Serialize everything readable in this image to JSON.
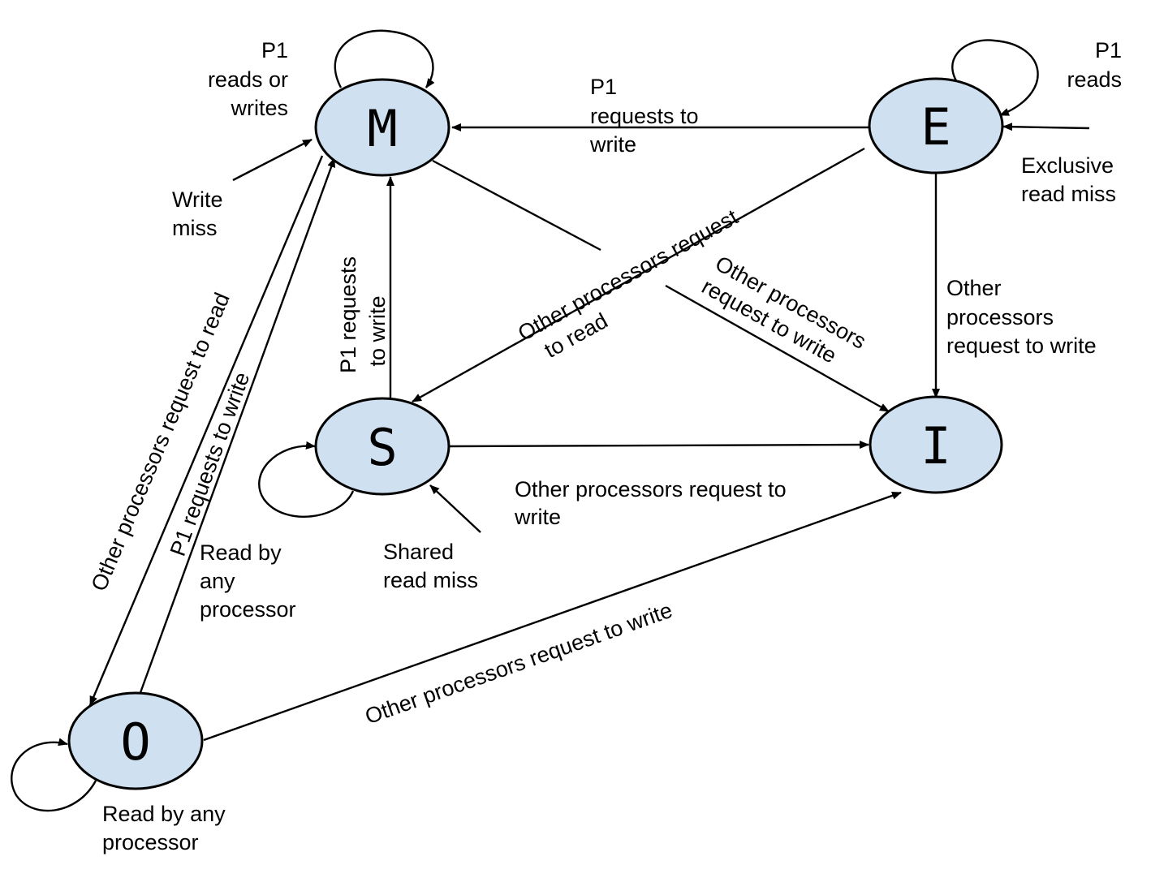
{
  "states": {
    "M": "M",
    "E": "E",
    "S": "S",
    "I": "I",
    "O": "O"
  },
  "labels": {
    "m_self": [
      "P1",
      "reads or",
      "writes"
    ],
    "write_miss": [
      "Write",
      "miss"
    ],
    "e_to_m": [
      "P1",
      "requests to",
      "write"
    ],
    "e_self": [
      "P1",
      "reads"
    ],
    "exclusive_read_miss": [
      "Exclusive",
      "read miss"
    ],
    "e_to_s": [
      "Other processors request",
      "to read"
    ],
    "m_to_i": [
      "Other processors",
      "request to write"
    ],
    "e_to_i": [
      "Other",
      "processors",
      "request to write"
    ],
    "s_to_m": [
      "P1 requests",
      "to write"
    ],
    "s_to_i": [
      "Other processors request to",
      "write"
    ],
    "shared_read_miss": [
      "Shared",
      "read miss"
    ],
    "m_to_o": "Other processors request to read",
    "o_to_m": "P1 requests to write",
    "o_self_upper": [
      "Read by",
      "any",
      "processor"
    ],
    "o_to_i": "Other processors request to write",
    "o_self_lower": [
      "Read by any",
      "processor"
    ]
  }
}
